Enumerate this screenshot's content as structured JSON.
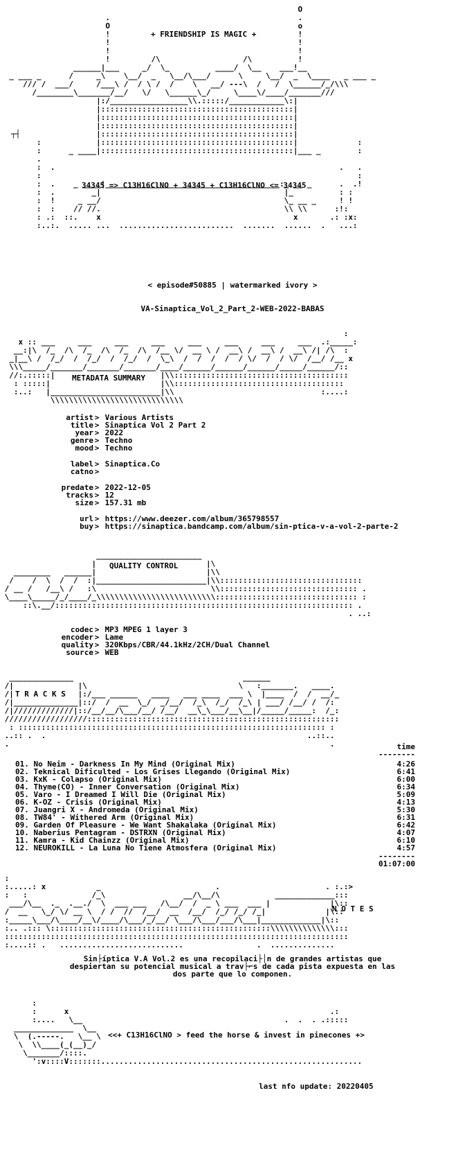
{
  "header": {
    "tagline": "+ FRIENDSHIP IS MAGIC +",
    "formula": "34345 => C13H16ClNO + 34345 + C13H16ClNO <= 34345"
  },
  "episode": "< episode#50885 | watermarked ivory >",
  "release_name": "VA-Sinaptica_Vol_2_Part_2-WEB-2022-BABAS",
  "metadata": {
    "heading": "METADATA SUMMARY",
    "artist_k": "artist",
    "artist_v": "Various Artists",
    "title_k": "title",
    "title_v": "Sinaptica Vol 2 Part 2",
    "year_k": "year",
    "year_v": "2022",
    "genre_k": "genre",
    "genre_v": "Techno",
    "mood_k": "mood",
    "mood_v": "Techno",
    "label_k": "label",
    "label_v": "Sinaptica.Co",
    "catno_k": "catno",
    "catno_v": "",
    "predate_k": "predate",
    "predate_v": "2022-12-05",
    "tracks_k": "tracks",
    "tracks_v": "12",
    "size_k": "size",
    "size_v": "157.31 mb",
    "url_k": "url",
    "url_v": "https://www.deezer.com/album/365798557",
    "buy_k": "buy",
    "buy_v": "https://sinaptica.bandcamp.com/album/sin-ptica-v-a-vol-2-parte-2"
  },
  "quality": {
    "heading": "QUALITY CONTROL",
    "codec_k": "codec",
    "codec_v": "MP3 MPEG 1 layer 3",
    "encoder_k": "encoder",
    "encoder_v": "Lame",
    "quality_k": "quality",
    "quality_v": "320Kbps/CBR/44.1kHz/2CH/Dual Channel",
    "source_k": "source",
    "source_v": "WEB"
  },
  "tracks": {
    "heading": "T R A C K S",
    "time_header": "time",
    "items": [
      {
        "name": "01. No Neim - Darkness In My Mind (Original Mix)",
        "time": "4:26"
      },
      {
        "name": "02. Teknical Dificulted - Los Grises Llegando (Original Mix)",
        "time": "6:41"
      },
      {
        "name": "03. KxK - Colapso (Original Mix)",
        "time": "6:00"
      },
      {
        "name": "04. Thyme(CO) - Inner Conversation (Original Mix)",
        "time": "6:34"
      },
      {
        "name": "05. Varo - I Dreamed I Will Die (Original Mix)",
        "time": "5:09"
      },
      {
        "name": "06. K-OZ - Crisis (Original Mix)",
        "time": "4:13"
      },
      {
        "name": "07. Juangri X - Andromeda (Original Mix)",
        "time": "5:30"
      },
      {
        "name": "08. TW84' - Withered Arm (Original Mix)",
        "time": "6:31"
      },
      {
        "name": "09. Garden Of Pleasure - We Want Shakalaka (Original Mix)",
        "time": "6:42"
      },
      {
        "name": "10. Naberius Pentagram - DSTRXN (Original Mix)",
        "time": "4:07"
      },
      {
        "name": "11. Kamra - Kid Chainzz (Original Mix)",
        "time": "6:10"
      },
      {
        "name": "12. NEUROKILL - La Luna No Tiene Atmosfera (Original Mix)",
        "time": "4:57"
      }
    ],
    "total": "01:07:00"
  },
  "notes": {
    "heading": "N O T E S",
    "line1": "Sin├íptica V.A Vol.2 es una recopilaci├│n de grandes artistas que",
    "line2": "despiertan su potencial musical a trav├⌐s de cada pista expuesta en las",
    "line3": "dos parte que lo componen."
  },
  "footer": {
    "feed": "<<+ C13H16ClNO > feed the horse & invest in pinecones +>",
    "update": "last nfo update: 20220405"
  }
}
